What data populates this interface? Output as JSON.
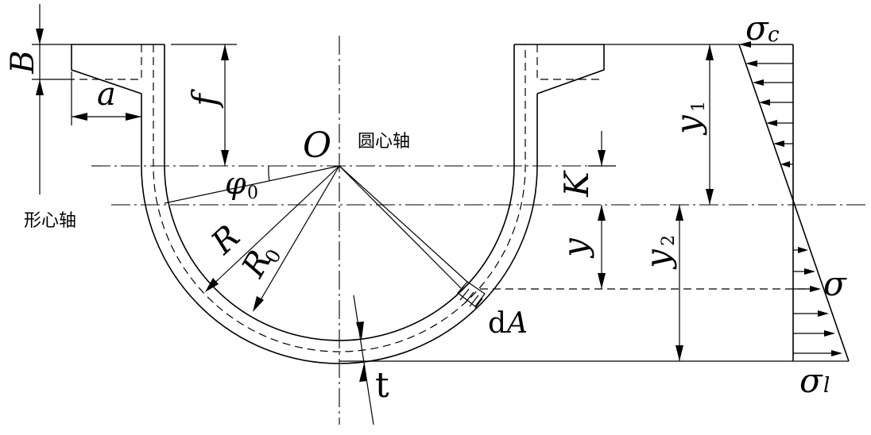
{
  "labels": {
    "B": "B",
    "a": "a",
    "f": "f",
    "O": "O",
    "centroid_axis_center": "圆心轴",
    "centroid_axis_form": "形心轴",
    "phi": "φ",
    "phi_sub": "0",
    "R": "R",
    "R0": "R",
    "R0_sub": "0",
    "K": "K",
    "y": "y",
    "y1": "y",
    "y1_sub": "1",
    "y2": "y",
    "y2_sub": "2",
    "dA_d": "d",
    "dA_A": "A",
    "t": "t",
    "sigma_c": "σ",
    "sigma_c_sub": "c",
    "sigma": "σ",
    "sigma_l": "σ",
    "sigma_l_sub": "l"
  }
}
